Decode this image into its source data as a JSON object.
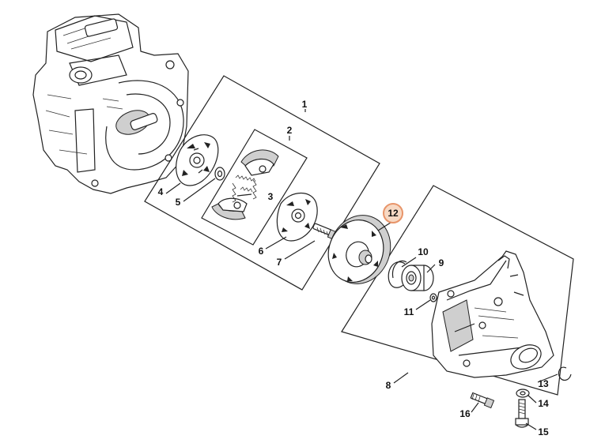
{
  "callouts": [
    {
      "id": "1",
      "label": "1"
    },
    {
      "id": "2",
      "label": "2"
    },
    {
      "id": "3",
      "label": "3"
    },
    {
      "id": "4",
      "label": "4"
    },
    {
      "id": "5",
      "label": "5"
    },
    {
      "id": "6",
      "label": "6"
    },
    {
      "id": "7",
      "label": "7"
    },
    {
      "id": "8",
      "label": "8"
    },
    {
      "id": "9",
      "label": "9"
    },
    {
      "id": "10",
      "label": "10"
    },
    {
      "id": "11",
      "label": "11"
    },
    {
      "id": "12",
      "label": "12",
      "highlighted": true
    },
    {
      "id": "13",
      "label": "13"
    },
    {
      "id": "14",
      "label": "14"
    },
    {
      "id": "15",
      "label": "15"
    },
    {
      "id": "16",
      "label": "16"
    }
  ],
  "colors": {
    "line": "#222222",
    "highlight_fill": "#f7d9c4",
    "highlight_stroke": "#e8956a",
    "background": "#ffffff"
  }
}
